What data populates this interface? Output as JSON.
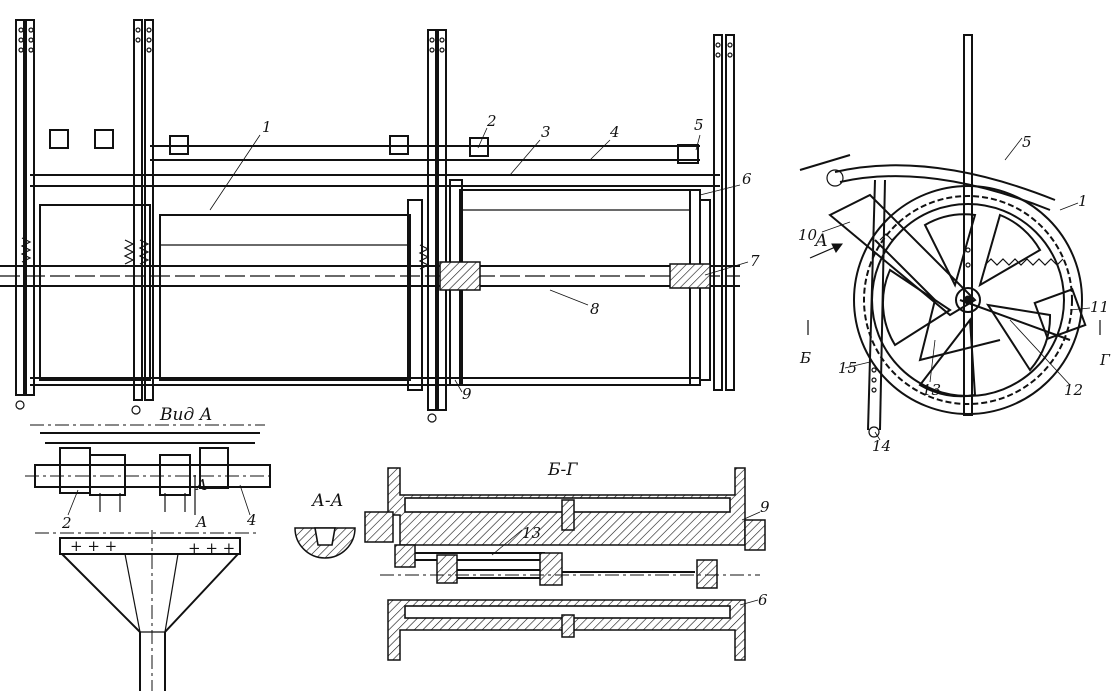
{
  "views": {
    "view_a_title": "Вид А",
    "section_aa": "А-А",
    "section_bg": "Б-Г",
    "arrow_a": "А",
    "cut_b": "Б",
    "cut_g": "Г",
    "section_marker_a": "А"
  },
  "callouts": {
    "c1": "1",
    "c2": "2",
    "c3": "3",
    "c4": "4",
    "c5": "5",
    "c6": "6",
    "c7": "7",
    "c8": "8",
    "c9": "9",
    "c10": "10",
    "c11": "11",
    "c12": "12",
    "c13": "13",
    "c14": "14",
    "c15": "15"
  },
  "icons": [
    "reel-wheel-icon",
    "lever-arm-icon",
    "bearing-icon"
  ]
}
